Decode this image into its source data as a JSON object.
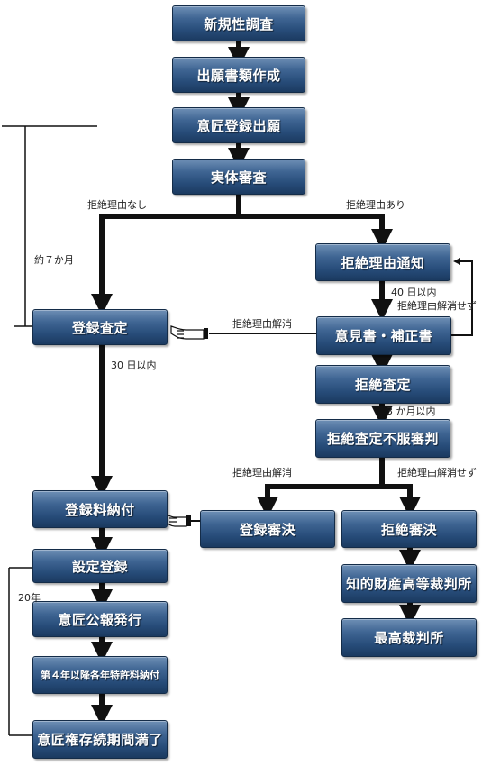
{
  "nodes": {
    "n1": "新規性調査",
    "n2": "出願書類作成",
    "n3": "意匠登録出願",
    "n4": "実体審査",
    "n5": "拒絶理由通知",
    "n6": "登録査定",
    "n7": "意見書・補正書",
    "n8": "拒絶査定",
    "n9": "拒絶査定不服審判",
    "n10": "登録料納付",
    "n11": "登録審決",
    "n12": "拒絶審決",
    "n13": "設定登録",
    "n14": "知的財産高等裁判所",
    "n15": "意匠公報発行",
    "n16": "最高裁判所",
    "n17": "第４年以降各年特許料納付",
    "n18": "意匠権存続期間満了"
  },
  "labels": {
    "no_reason": "拒絶理由なし",
    "with_reason": "拒絶理由あり",
    "approx_7_months": "約７か月",
    "within_40_days": "40 日以内",
    "not_resolved_1": "拒絶理由解消せず",
    "resolved_1": "拒絶理由解消",
    "within_30_days": "30 日以内",
    "within_3_months": "3 か月以内",
    "resolved_2": "拒絶理由解消",
    "not_resolved_2": "拒絶理由解消せず",
    "years_20": "20年"
  }
}
